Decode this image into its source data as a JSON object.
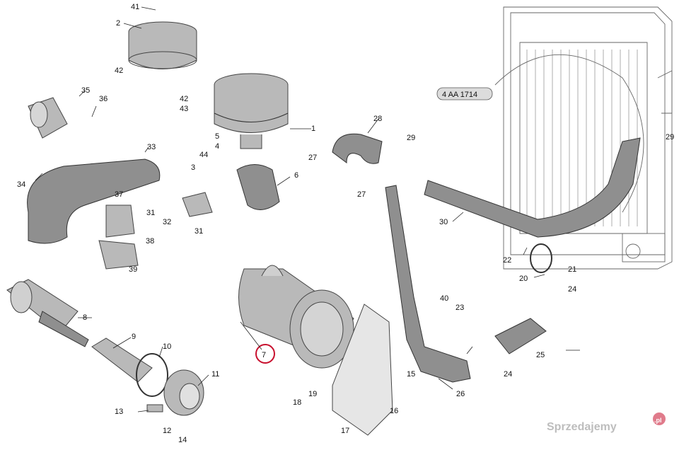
{
  "diagram": {
    "reference_tag": "4 AA 1714",
    "watermark": "Sprzedajemy",
    "watermark_suffix": ".pl",
    "callouts": {
      "c1": "1",
      "c2": "2",
      "c3": "3",
      "c4": "4",
      "c5": "5",
      "c6": "6",
      "c7": "7",
      "c8": "8",
      "c9": "9",
      "c10": "10",
      "c11": "11",
      "c12": "12",
      "c13": "13",
      "c14": "14",
      "c15": "15",
      "c16": "16",
      "c17": "17",
      "c18": "18",
      "c19": "19",
      "c20": "20",
      "c21": "21",
      "c22": "22",
      "c23": "23",
      "c24a": "24",
      "c24b": "24",
      "c25": "25",
      "c26": "26",
      "c27a": "27",
      "c27b": "27",
      "c28": "28",
      "c29a": "29",
      "c29b": "29",
      "c30": "30",
      "c31a": "31",
      "c31b": "31",
      "c32": "32",
      "c33": "33",
      "c34": "34",
      "c35": "35",
      "c36": "36",
      "c37": "37",
      "c38": "38",
      "c39": "39",
      "c40": "40",
      "c41": "41",
      "c42a": "42",
      "c42b": "42",
      "c43": "43",
      "c44": "44"
    }
  }
}
